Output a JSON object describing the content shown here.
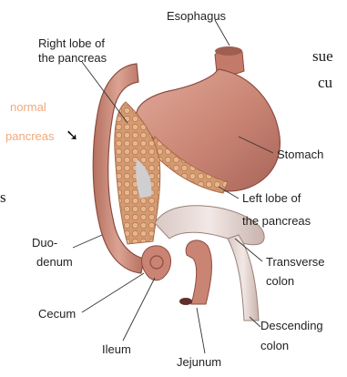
{
  "labels": {
    "esophagus": "Esophagus",
    "right_lobe_line1": "Right lobe of",
    "right_lobe_line2": "the pancreas",
    "stomach": "Stomach",
    "left_lobe_line1": "Left lobe of",
    "left_lobe_line2": "the pancreas",
    "duodenum_line1": "Duo-",
    "duodenum_line2": "denum",
    "transverse_line1": "Transverse",
    "transverse_line2": "colon",
    "cecum": "Cecum",
    "descending_line1": "Descending",
    "descending_line2": "colon",
    "ileum": "Ileum",
    "jejunum": "Jejunum"
  },
  "annotation": {
    "line1": "normal",
    "line2": "pancreas",
    "arrow": "➘"
  },
  "background_text": {
    "line1": "sue",
    "line2": "cu",
    "line3": "s"
  },
  "colors": {
    "annotation": "#f0a97a",
    "organ": "#c98473",
    "organ_dark": "#9e5a4c",
    "pancreas": "#d9a07a"
  }
}
